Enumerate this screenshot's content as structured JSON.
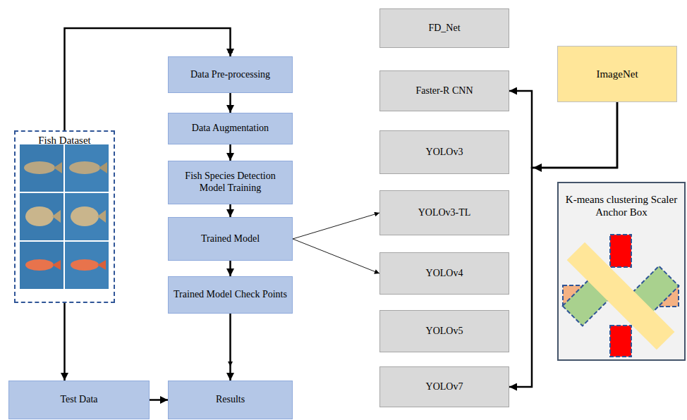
{
  "diagram": {
    "nodes": [
      {
        "text": [
          "Fish Dataset"
        ]
      },
      {
        "text": [
          "Data Pre-processing"
        ]
      },
      {
        "text": [
          "Data Augmentation"
        ]
      },
      {
        "text": [
          "Fish Species Detection Model Training"
        ]
      },
      {
        "text": [
          "Trained Model"
        ]
      },
      {
        "text": [
          "Trained Model Check Points"
        ]
      },
      {
        "text": [
          "Test Data"
        ]
      },
      {
        "text": [
          "Results"
        ]
      },
      {
        "text": [
          "FD_Net"
        ]
      },
      {
        "text": [
          "Faster-R CNN"
        ]
      },
      {
        "text": [
          "YOLOv3"
        ]
      },
      {
        "text": [
          "YOLOv3-TL"
        ]
      },
      {
        "text": [
          "YOLOv4"
        ]
      },
      {
        "text": [
          "YOLOv5"
        ]
      },
      {
        "text": [
          "YOLOv7"
        ]
      },
      {
        "text": [
          "ImageNet"
        ]
      },
      {
        "text": [
          "K-means clustering Scaler Anchor Box"
        ]
      }
    ],
    "edges": [
      {
        "from": 0,
        "to": 1,
        "arrow": "to"
      },
      {
        "from": 1,
        "to": 2,
        "arrow": "to"
      },
      {
        "from": 2,
        "to": 3,
        "arrow": "to"
      },
      {
        "from": 3,
        "to": 4,
        "arrow": "to"
      },
      {
        "from": 4,
        "to": 5,
        "arrow": "to"
      },
      {
        "from": 5,
        "to": 7,
        "arrow": "to"
      },
      {
        "from": 0,
        "to": 6,
        "arrow": "to"
      },
      {
        "from": 6,
        "to": 7,
        "arrow": "to"
      },
      {
        "from": 4,
        "to": 8,
        "arrow": "to"
      },
      {
        "from": 4,
        "to": 9,
        "arrow": "to"
      },
      {
        "from": 4,
        "to": 10,
        "arrow": "to"
      },
      {
        "from": 4,
        "to": 11,
        "arrow": "to"
      },
      {
        "from": 4,
        "to": 12,
        "arrow": "to"
      },
      {
        "from": 4,
        "to": 13,
        "arrow": "to"
      },
      {
        "from": 4,
        "to": 14,
        "arrow": "to"
      },
      {
        "from": 15,
        "to": 9,
        "arrow": "to"
      },
      {
        "from": 15,
        "to": 14,
        "arrow": "to"
      }
    ]
  }
}
